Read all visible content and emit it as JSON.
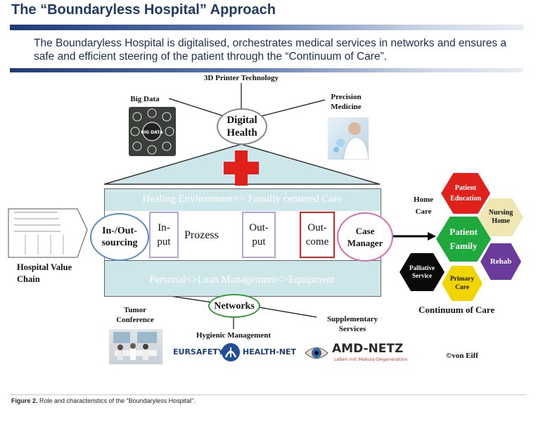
{
  "title": "The “Boundaryless Hospital” Approach",
  "intro": "The Boundaryless Hospital is digitalised, orchestrates medical services in networks and ensures a safe and efficient steering of the patient through the “Continuum of Care”.",
  "top_labels": {
    "printer": "3D Printer Technology",
    "big_data": "Big Data",
    "precision": "Precision Medicine",
    "digital_health": "Digital Health",
    "big_data_icon_text": "BIG DATA"
  },
  "bands": {
    "healing": "Healing Environment<> Familiy centered Care",
    "personal": "Personal<>Lean Management<>Equipment"
  },
  "process": {
    "in_out": "In-/Out-sourcing",
    "input": "In-put",
    "prozess": "Prozess",
    "output": "Out-put",
    "outcome": "Out-come",
    "case_manager": "Case Manager"
  },
  "left": {
    "hospital_value_chain": "Hospital Value Chain"
  },
  "bottom": {
    "networks": "Networks",
    "tumor": "Tumor Conference",
    "hygienic": "Hygienic Management",
    "supplementary": "Supplementary Services",
    "eursafety_left": "EURSAFETY",
    "eursafety_right": "HEALTH-NET",
    "amd_title": "AMD-NETZ",
    "amd_sub": "Leben mit Makula-Degeneration",
    "credit": "©von Eiff"
  },
  "continuum": {
    "title": "Continuum of Care",
    "home_care": "Home Care",
    "patient_education": "Patient Education",
    "nursing_home": "Nursing Home",
    "patient_family": "Patient Family",
    "rehab": "Rehab",
    "palliative": "Palliative Service",
    "primary": "Primary Care"
  },
  "caption": {
    "label": "Figure 2.",
    "text": "Role and characteristics of the “Boundaryless Hospital”."
  },
  "colors": {
    "band": "#cde6ea",
    "red_cross": "#e0201b",
    "hex_red": "#e0201b",
    "hex_yellow": "#f0e6b4",
    "hex_green": "#1fa83b",
    "hex_purple": "#6a3b9a",
    "hex_black": "#0a0a0a",
    "hex_gold": "#f2d500"
  }
}
